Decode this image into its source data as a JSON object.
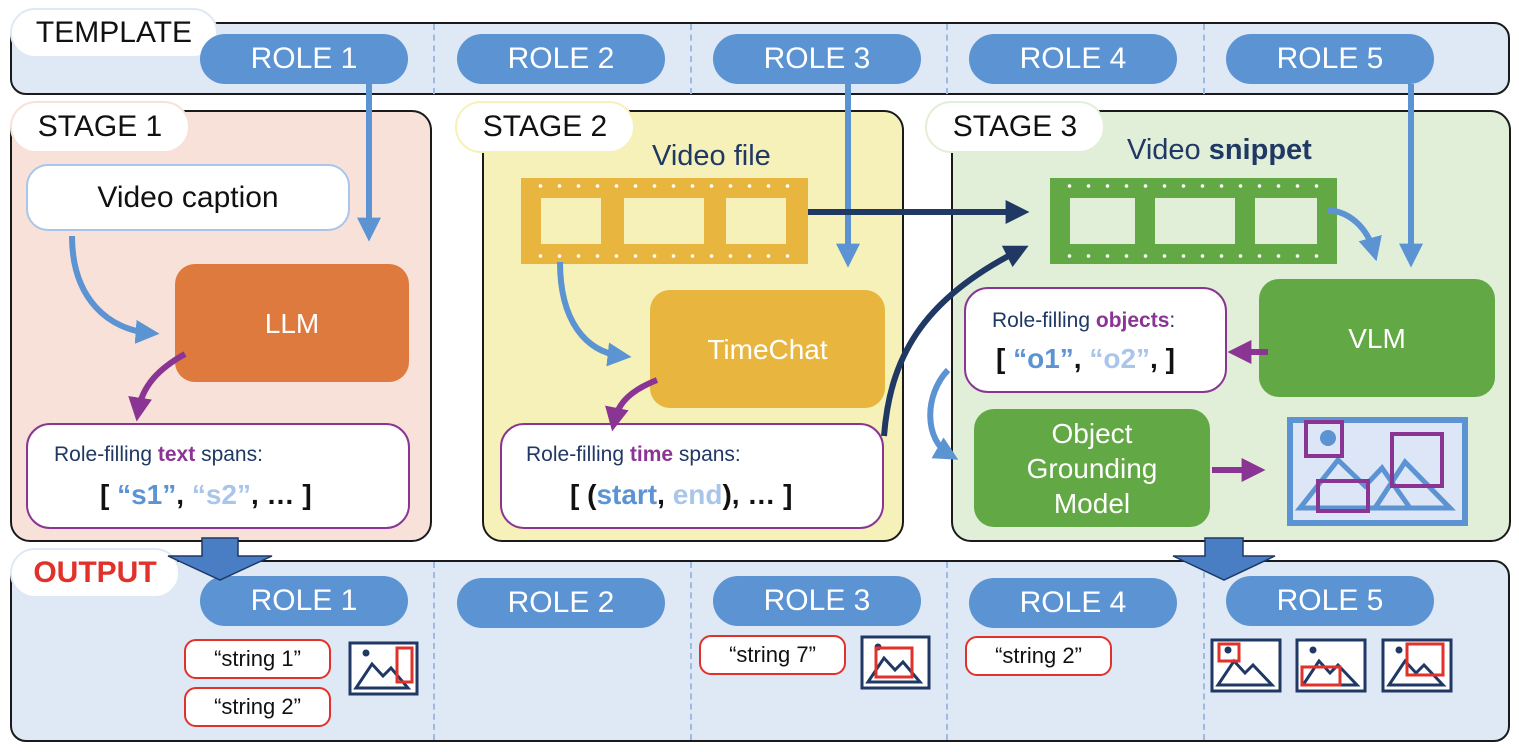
{
  "template": {
    "label": "TEMPLATE",
    "roles": [
      "ROLE 1",
      "ROLE 2",
      "ROLE 3",
      "ROLE 4",
      "ROLE 5"
    ]
  },
  "stage1": {
    "label": "STAGE 1",
    "caption": "Video caption",
    "model": "LLM",
    "spans_prefix": "Role-filling ",
    "spans_keyword": "text",
    "spans_suffix": " spans:",
    "list_open": "[ ",
    "item1": "“s1”",
    "sep1": ", ",
    "item2": "“s2”",
    "list_close": ", … ]"
  },
  "stage2": {
    "label": "STAGE 2",
    "video": "Video file",
    "model": "TimeChat",
    "spans_prefix": "Role-filling ",
    "spans_keyword": "time",
    "spans_suffix": " spans:",
    "list_open": "[ (",
    "item1": "start",
    "sep1": ", ",
    "item2": "end",
    "list_close": "), … ]"
  },
  "stage3": {
    "label": "STAGE 3",
    "video_prefix": "Video ",
    "video_bold": "snippet",
    "model": "VLM",
    "objects_prefix": "Role-filling ",
    "objects_keyword": "objects",
    "objects_suffix": ":",
    "list_open": "[ ",
    "item1": "“o1”",
    "sep1": ", ",
    "item2": "“o2”",
    "list_close": ", ]",
    "grounding_line1": "Object",
    "grounding_line2": "Grounding",
    "grounding_line3": "Model"
  },
  "output": {
    "label": "OUTPUT",
    "roles": [
      "ROLE 1",
      "ROLE 2",
      "ROLE 3",
      "ROLE 4",
      "ROLE 5"
    ],
    "role1_strings": [
      "“string 1”",
      "“string 2”"
    ],
    "role3_string": "“string 7”",
    "role4_string": "“string 2”"
  },
  "colors": {
    "role_blue": "#5b93d3",
    "llm_orange": "#df7a3e",
    "timechat_yellow": "#e8b63f",
    "vlm_green": "#62a845",
    "purple": "#8a3593",
    "output_red": "#e0312a"
  },
  "icons": [
    "image-icon",
    "film-strip-icon"
  ]
}
